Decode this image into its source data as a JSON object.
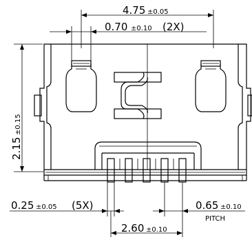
{
  "dimensions": {
    "overall_width": {
      "value": "4.75",
      "tol": "±0.05"
    },
    "slot_width": {
      "value": "0.70",
      "tol": "±0.10",
      "note": "(2X)"
    },
    "height": {
      "value": "2.15",
      "tol": "±0.15"
    },
    "pin_width": {
      "value": "0.25",
      "tol": "±0.05",
      "note": "(5X)"
    },
    "pin_span": {
      "value": "2.60",
      "tol": "±0.10"
    },
    "pitch": {
      "value": "0.65",
      "tol": "±0.10",
      "note": "PITCH"
    }
  }
}
